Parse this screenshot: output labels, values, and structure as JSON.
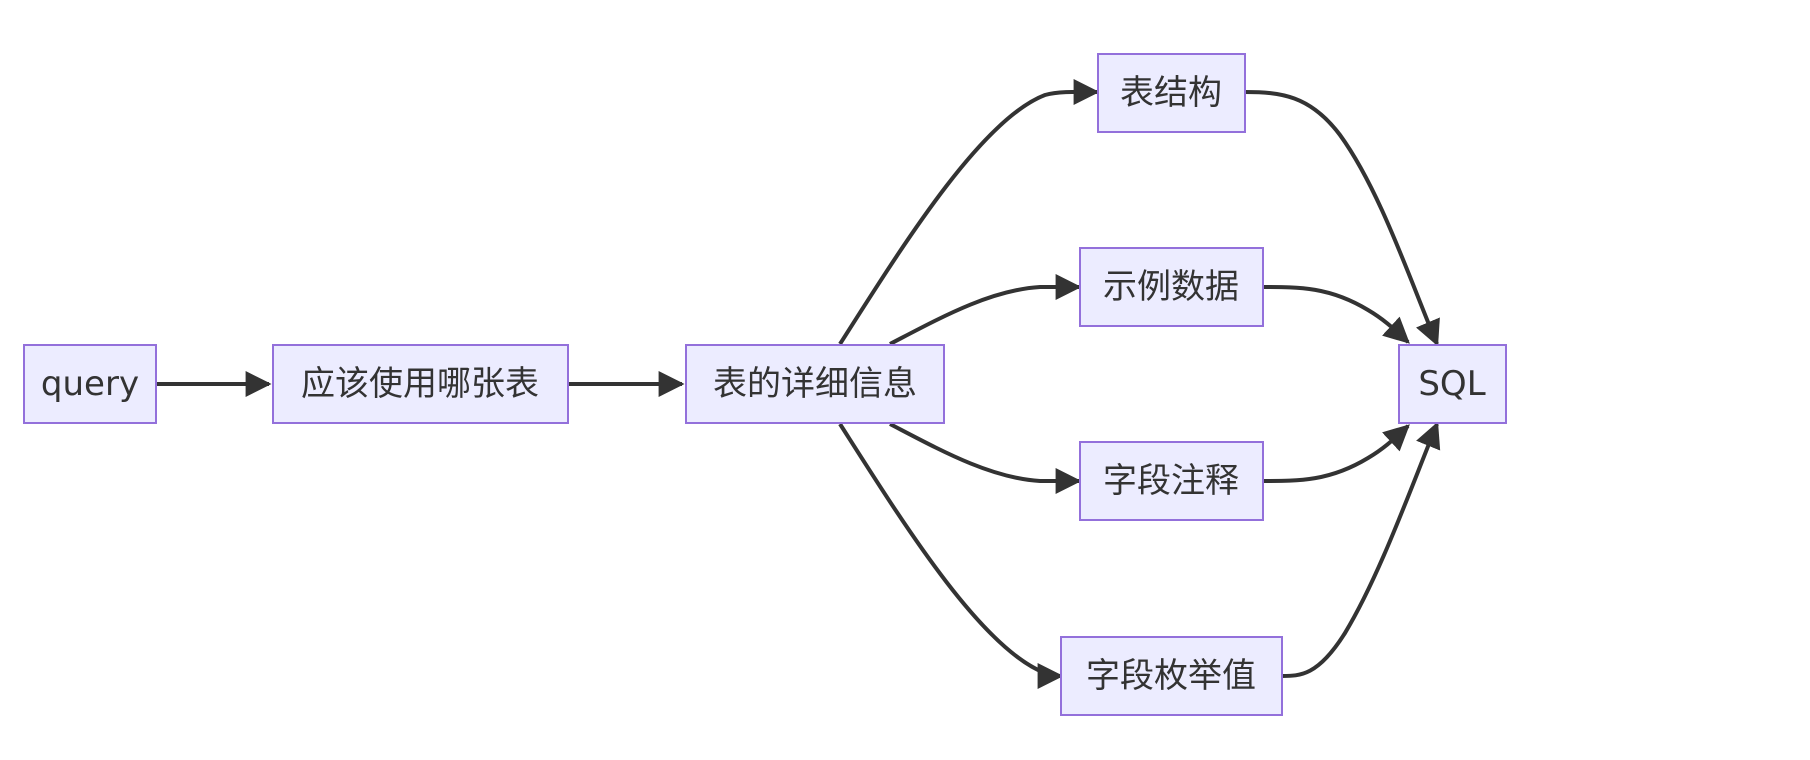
{
  "diagram": {
    "type": "flowchart",
    "direction": "left-to-right",
    "colors": {
      "node_fill": "#ECECFF",
      "node_border": "#9370DB",
      "edge": "#333333",
      "text": "#333333"
    },
    "nodes": {
      "query": "query",
      "which_table": "应该使用哪张表",
      "table_details": "表的详细信息",
      "table_schema": "表结构",
      "sample_data": "示例数据",
      "field_comments": "字段注释",
      "field_enums": "字段枚举值",
      "sql": "SQL"
    },
    "edges": [
      {
        "from": "query",
        "to": "which_table"
      },
      {
        "from": "which_table",
        "to": "table_details"
      },
      {
        "from": "table_details",
        "to": "table_schema"
      },
      {
        "from": "table_details",
        "to": "sample_data"
      },
      {
        "from": "table_details",
        "to": "field_comments"
      },
      {
        "from": "table_details",
        "to": "field_enums"
      },
      {
        "from": "table_schema",
        "to": "sql"
      },
      {
        "from": "sample_data",
        "to": "sql"
      },
      {
        "from": "field_comments",
        "to": "sql"
      },
      {
        "from": "field_enums",
        "to": "sql"
      }
    ]
  }
}
